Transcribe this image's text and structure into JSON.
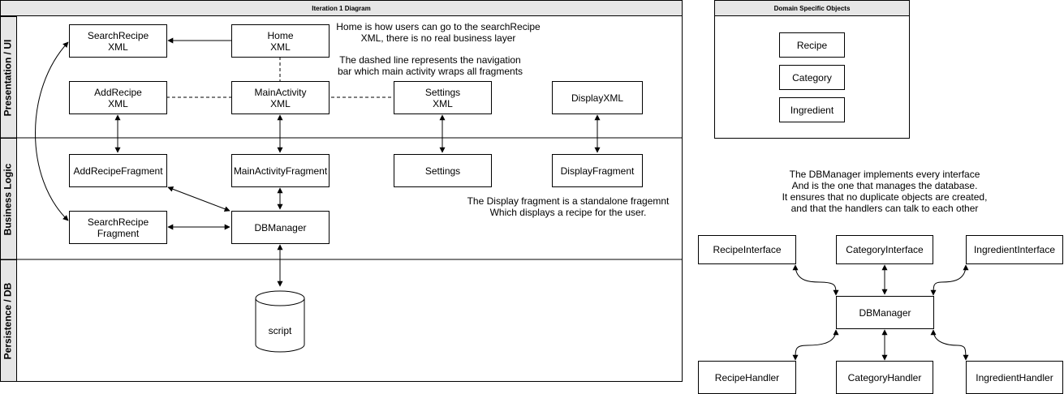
{
  "diagram": {
    "title": "Iteration 1 Diagram",
    "lanes": {
      "ui": "Presentation / UI",
      "logic": "Business Logic",
      "db": "Persistence / DB"
    },
    "nodes": {
      "search_xml": "SearchRecipe\nXML",
      "home_xml": "Home\nXML",
      "addrecipe_xml": "AddRecipe\nXML",
      "mainactivity_xml": "MainActivity\nXML",
      "settings_xml": "Settings\nXML",
      "display_xml": "DisplayXML",
      "addrecipe_fragment": "AddRecipeFragment",
      "mainactivity_fragment": "MainActivityFragment",
      "settings": "Settings",
      "display_fragment": "DisplayFragment",
      "search_fragment": "SearchRecipe\nFragment",
      "dbmanager": "DBManager",
      "script": "script"
    },
    "notes": {
      "home_note": "Home is how users can go to the searchRecipe\nXML, there is no real business layer",
      "dashed_note": "The dashed line represents the navigation\nbar which main activity wraps all fragments",
      "display_note": "The Display fragment is a standalone fragemnt\nWhich displays a recipe for the user."
    }
  },
  "domain_objects": {
    "title": "Domain Specific Objects",
    "items": [
      "Recipe",
      "Category",
      "Ingredient"
    ]
  },
  "interfaces_diagram": {
    "note": "The DBManager implements every interface\nAnd is the one that manages the database.\nIt ensures that no duplicate objects are created,\nand that the handlers can talk to each other",
    "interfaces": [
      "RecipeInterface",
      "CategoryInterface",
      "IngredientInterface"
    ],
    "center": "DBManager",
    "handlers": [
      "RecipeHandler",
      "CategoryHandler",
      "IngredientHandler"
    ]
  }
}
